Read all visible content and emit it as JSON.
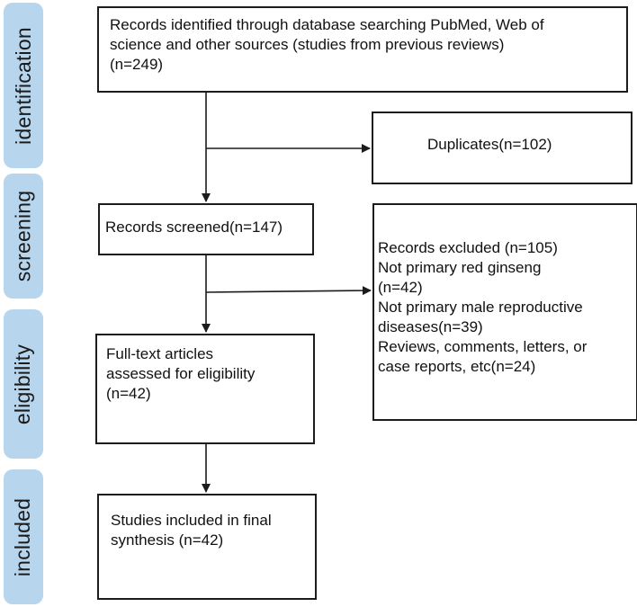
{
  "stages": [
    "identification",
    "screening",
    "eligibility",
    "included"
  ],
  "boxes": {
    "identified": "Records identified through database searching PubMed, Web of\nscience and other sources (studies from previous reviews)\n(n=249)",
    "duplicates": "Duplicates(n=102)",
    "screened": "Records screened(n=147)",
    "excluded": "Records excluded (n=105)\nNot primary red ginseng\n(n=42)\nNot primary male reproductive\ndiseases(n=39)\nReviews, comments, letters, or\ncase reports, etc(n=24)",
    "fulltext": "Full-text articles\nassessed for eligibility\n(n=42)",
    "included": "Studies included in final\nsynthesis (n=42)"
  },
  "colors": {
    "stage_fill": "#b7d6ee",
    "box_border": "#1c1c1c",
    "arrow": "#1c1c1c"
  }
}
